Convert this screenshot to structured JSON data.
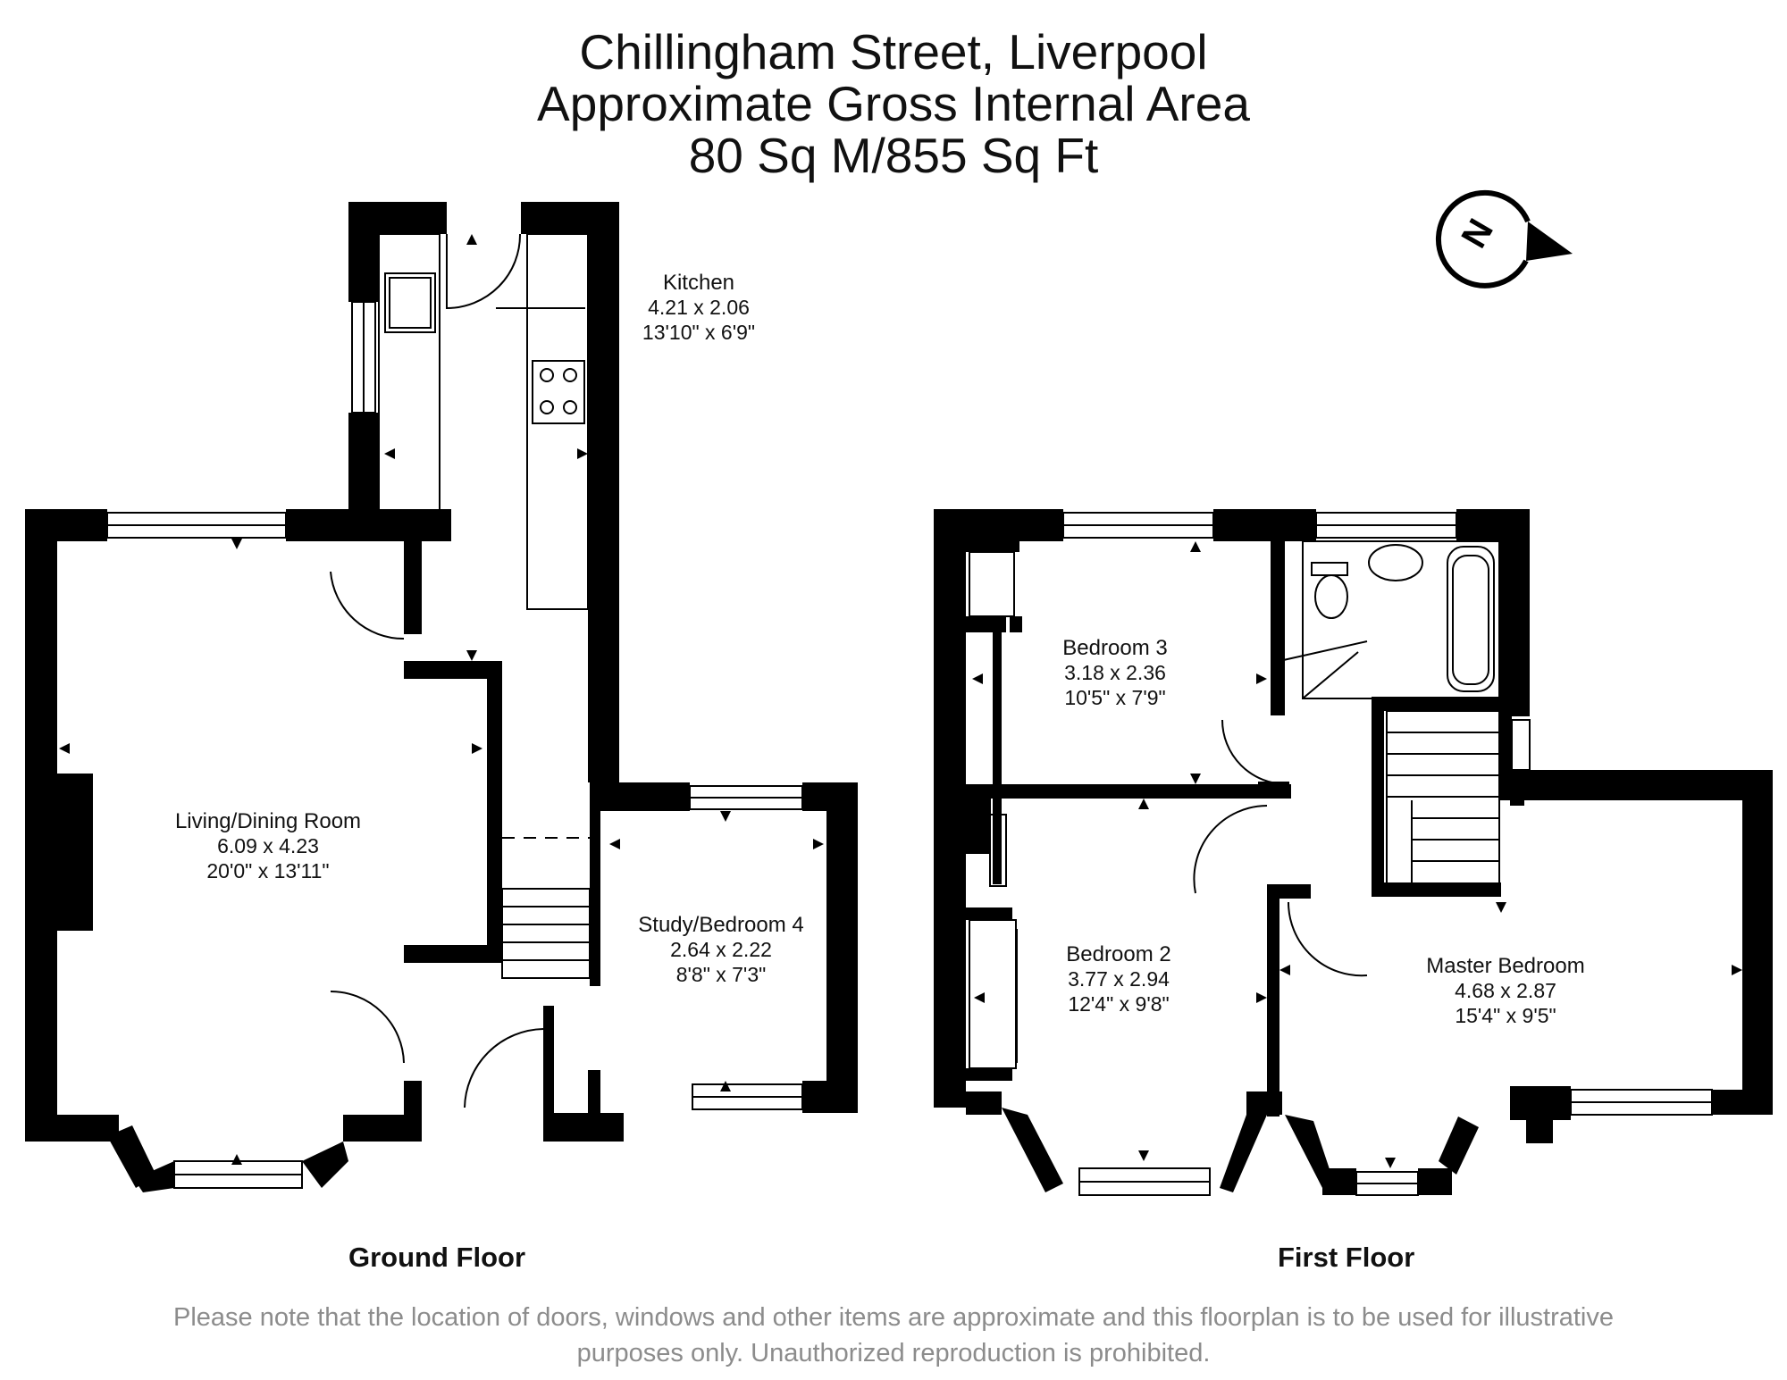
{
  "header": {
    "line1": "Chillingham Street, Liverpool",
    "line2": "Approximate Gross Internal Area",
    "line3": "80 Sq M/855 Sq Ft"
  },
  "compass": {
    "letter": "N",
    "icon": "north-compass-icon"
  },
  "ground_floor": {
    "label": "Ground Floor",
    "kitchen": {
      "name": "Kitchen",
      "metric": "4.21 x 2.06",
      "imperial": "13'10\" x 6'9\""
    },
    "living": {
      "name": "Living/Dining Room",
      "metric": "6.09 x 4.23",
      "imperial": "20'0\" x 13'11\""
    },
    "study": {
      "name": "Study/Bedroom 4",
      "metric": "2.64 x 2.22",
      "imperial": "8'8\" x 7'3\""
    }
  },
  "first_floor": {
    "label": "First Floor",
    "bedroom3": {
      "name": "Bedroom 3",
      "metric": "3.18 x 2.36",
      "imperial": "10'5\" x 7'9\""
    },
    "bedroom2": {
      "name": "Bedroom 2",
      "metric": "3.77 x 2.94",
      "imperial": "12'4\" x 9'8\""
    },
    "master": {
      "name": "Master Bedroom",
      "metric": "4.68 x 2.87",
      "imperial": "15'4\" x 9'5\""
    }
  },
  "disclaimer": {
    "line1": "Please note that the location of doors, windows and other items are approximate and this floorplan is to be used for illustrative",
    "line2": "purposes only. Unauthorized reproduction is prohibited."
  },
  "colors": {
    "wall": "#000000",
    "text": "#111111",
    "disclaimer": "#8c8c8c"
  }
}
